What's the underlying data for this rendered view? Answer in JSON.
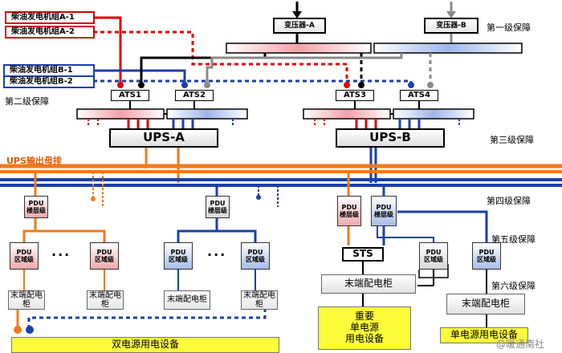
{
  "generators": {
    "a1": "柴油发电机组A-1",
    "a2": "柴油发电机组A-2",
    "b1": "柴油发电机组B-1",
    "b2": "柴油发电机组B-2"
  },
  "transformers": {
    "a": "变压器-A",
    "b": "变压器-B"
  },
  "ats": [
    "ATS1",
    "ATS2",
    "ATS3",
    "ATS4"
  ],
  "ups": {
    "a": "UPS-A",
    "b": "UPS-B"
  },
  "ups_bus_label": "UPS输出母排",
  "pdu": {
    "title": "PDU",
    "floor": "楼层级",
    "zone": "区域级"
  },
  "sts": "STS",
  "terminal_cabinet": "末端配电柜",
  "ellipsis": "···",
  "loads": {
    "dual": "双电源用电设备",
    "single_important": [
      "重要",
      "单电源",
      "用电设备"
    ],
    "single": "单电源用电设备"
  },
  "levels": {
    "l1": "第一级保障",
    "l2": "第二级保障",
    "l3": "第三级保障",
    "l4": "第四级保障",
    "l5": "第五级保障",
    "l6": "第六级保障"
  },
  "watermark": "@暖通南社",
  "colors": {
    "red": "#e00000",
    "blue": "#1a3fa8",
    "orange": "#f07a1a",
    "black": "#000000",
    "gray": "#8a8a8a",
    "yellow": "#fbfb3a"
  }
}
